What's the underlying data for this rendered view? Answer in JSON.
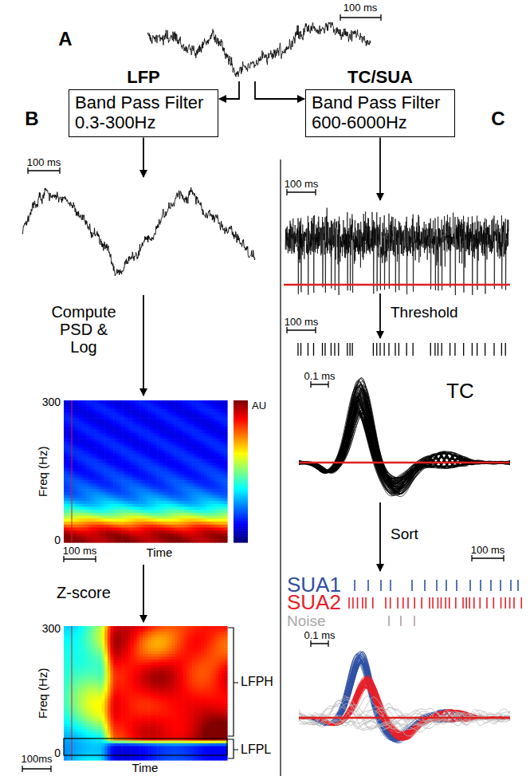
{
  "diagram": {
    "nodes": [
      {
        "text": [
          "LFP",
          "Band Pass Filter 0.3-300Hz"
        ]
      },
      {
        "text": [
          "TC/SUA",
          "Band Pass Filter 600-6000Hz"
        ]
      }
    ],
    "labels": [
      "A",
      "100 ms",
      "B",
      "C",
      "100 ms",
      "Compute PSD & Log",
      "300",
      "Freq (Hz)",
      "0",
      "AU",
      "100 ms",
      "Time",
      "Z-score",
      "300",
      "Freq (Hz)",
      "0",
      "100ms",
      "Time",
      "LFPH",
      "LFPL",
      "100 ms",
      "Threshold",
      "100 ms",
      "0.1 ms",
      "TC",
      "Sort",
      "100 ms",
      "SUA1",
      "SUA2",
      "Noise",
      "0.1 ms"
    ]
  }
}
